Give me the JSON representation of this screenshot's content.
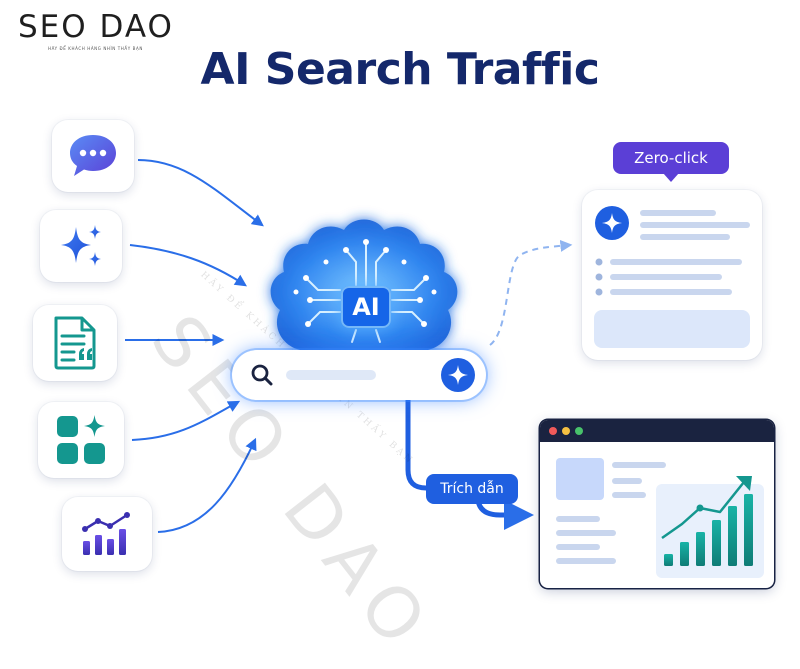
{
  "brand": {
    "name": "SEO DAO",
    "tagline": "HÃY ĐỂ KHÁCH HÀNG NHÌN THẤY BẠN"
  },
  "title": "AI Search Traffic",
  "watermark": {
    "text": "SEO DAO",
    "tagline": "HÃY ĐỂ KHÁCH HÀNG NHÌN THẤY BẠN"
  },
  "center": {
    "ai_label": "AI"
  },
  "labels": {
    "zero_click": "Zero-click",
    "citation": "Trích dẫn"
  },
  "sources": [
    {
      "icon": "chat-bubble-icon"
    },
    {
      "icon": "sparkle-icon"
    },
    {
      "icon": "document-quote-icon"
    },
    {
      "icon": "app-grid-sparkle-icon"
    },
    {
      "icon": "bar-chart-trend-icon"
    }
  ],
  "colors": {
    "title": "#14286b",
    "primary_blue": "#1f5fe0",
    "zero_click_purple": "#5b3fd6",
    "teal": "#14978f",
    "arrow_blue": "#2a6ee8"
  }
}
